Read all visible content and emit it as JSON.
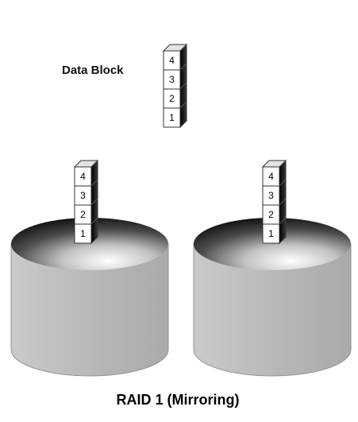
{
  "diagram": {
    "label": "Data Block",
    "caption": "RAID 1 (Mirroring)",
    "block_labels": [
      "4",
      "3",
      "2",
      "1"
    ],
    "colors": {
      "cube_face": "#ffffff",
      "cube_edge": "#333333",
      "cube_side": "#1e1e1e",
      "disk_body": "#b9bbba",
      "disk_hole": "#2a2a2a"
    }
  }
}
